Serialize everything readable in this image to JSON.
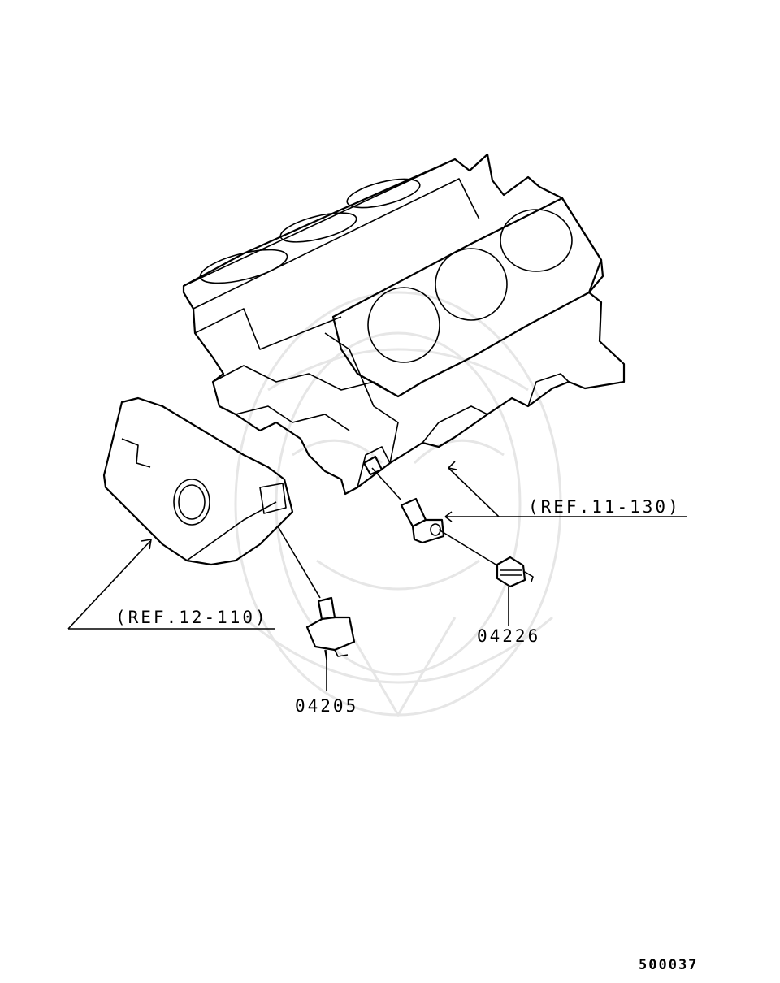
{
  "diagram": {
    "callouts": {
      "ref_11_130": "(REF.11-130)",
      "ref_12_110": "(REF.12-110)",
      "part_04226": "04226",
      "part_04205": "04205"
    },
    "drawing_number": "500037"
  }
}
